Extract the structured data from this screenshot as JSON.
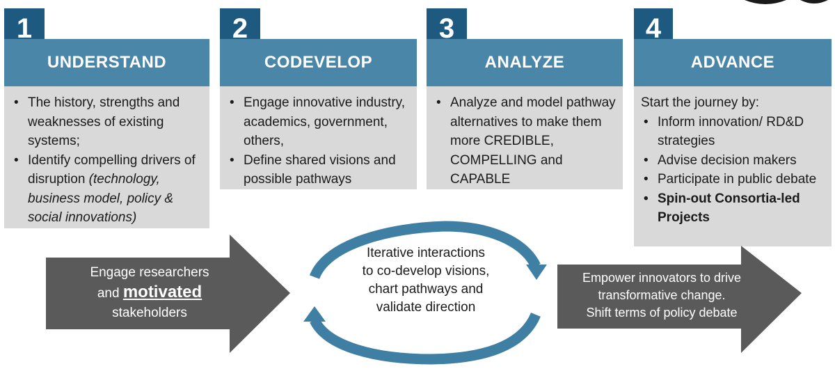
{
  "steps": [
    {
      "number": "1",
      "title": "UNDERSTAND"
    },
    {
      "number": "2",
      "title": "CODEVELOP"
    },
    {
      "number": "3",
      "title": "ANALYZE"
    },
    {
      "number": "4",
      "title": "ADVANCE"
    }
  ],
  "understand": {
    "item1": "The history, strengths and weaknesses of existing systems;",
    "item2_text": "Identify compelling drivers of disruption ",
    "item2_italic": "(technology, business model, policy & social innovations)"
  },
  "codevelop": {
    "item1": "Engage innovative industry, academics, government, others,",
    "item2": "Define shared visions and possible pathways"
  },
  "analyze": {
    "item1": "Analyze and model pathway alternatives to make them more CREDIBLE, COMPELLING and CAPABLE"
  },
  "advance": {
    "intro": "Start the journey by:",
    "item1": "Inform innovation/ RD&D strategies",
    "item2": "Advise decision makers",
    "item3": "Participate in public debate",
    "item4": "Spin-out Consortia-led Projects"
  },
  "left_arrow": {
    "line1": "Engage researchers",
    "line2_prefix": "and ",
    "line2_emph": "motivated",
    "line3": "stakeholders"
  },
  "cycle": {
    "line1": "Iterative interactions",
    "line2": "to co-develop visions,",
    "line3": "chart pathways and",
    "line4": "validate direction"
  },
  "right_arrow": {
    "line1": "Empower innovators to drive",
    "line2": "transformative change.",
    "line3": "Shift terms of policy debate"
  },
  "colors": {
    "number_box": "#1e5a80",
    "header": "#4a86a8",
    "body_box": "#d9d9d9",
    "arrow": "#5a5a5a",
    "cycle": "#3f7fa3"
  }
}
